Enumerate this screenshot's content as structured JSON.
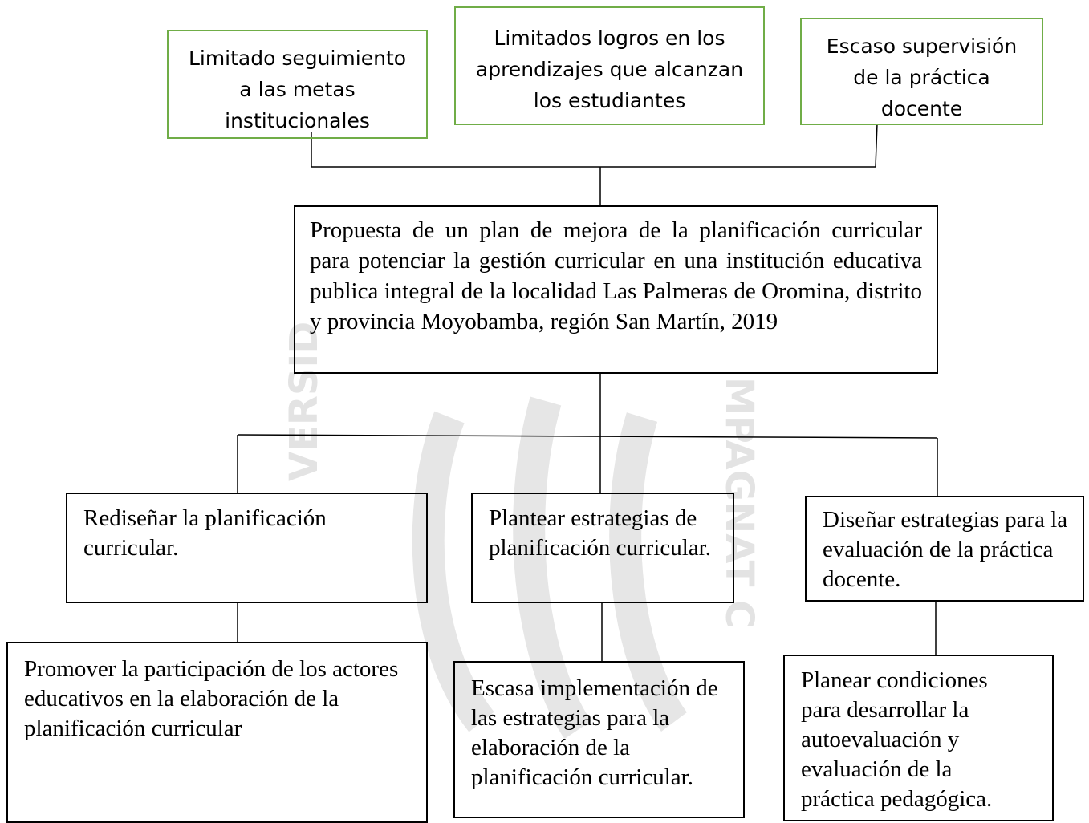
{
  "causes": [
    {
      "text": "Limitado seguimiento a las metas institucionales"
    },
    {
      "text": "Limitados logros en los aprendizajes que alcanzan los estudiantes"
    },
    {
      "text": "Escaso supervisión de la práctica docente"
    }
  ],
  "central": {
    "text": "Propuesta de un plan de mejora de la planificación curricular para potenciar la gestión curricular en una institución educativa publica integral de la localidad Las Palmeras de Oromina, distrito y provincia Moyobamba, región San Martín, 2019"
  },
  "objectives": [
    {
      "text": "Rediseñar la planificación curricular."
    },
    {
      "text": "Plantear estrategias de planificación curricular."
    },
    {
      "text": "Diseñar estrategias para la evaluación de la práctica docente."
    }
  ],
  "actions": [
    {
      "text": "Promover la participación de los actores educativos en la elaboración de la planificación curricular"
    },
    {
      "text": "Escasa implementación de las estrategias para la elaboración de la planificación curricular."
    },
    {
      "text": "Planear condiciones para desarrollar la autoevaluación y evaluación de la práctica pedagógica."
    }
  ],
  "watermark": {
    "left_text": "VERSID",
    "right_text": "MPAGNAT C",
    "color": "#dcdcdc"
  }
}
